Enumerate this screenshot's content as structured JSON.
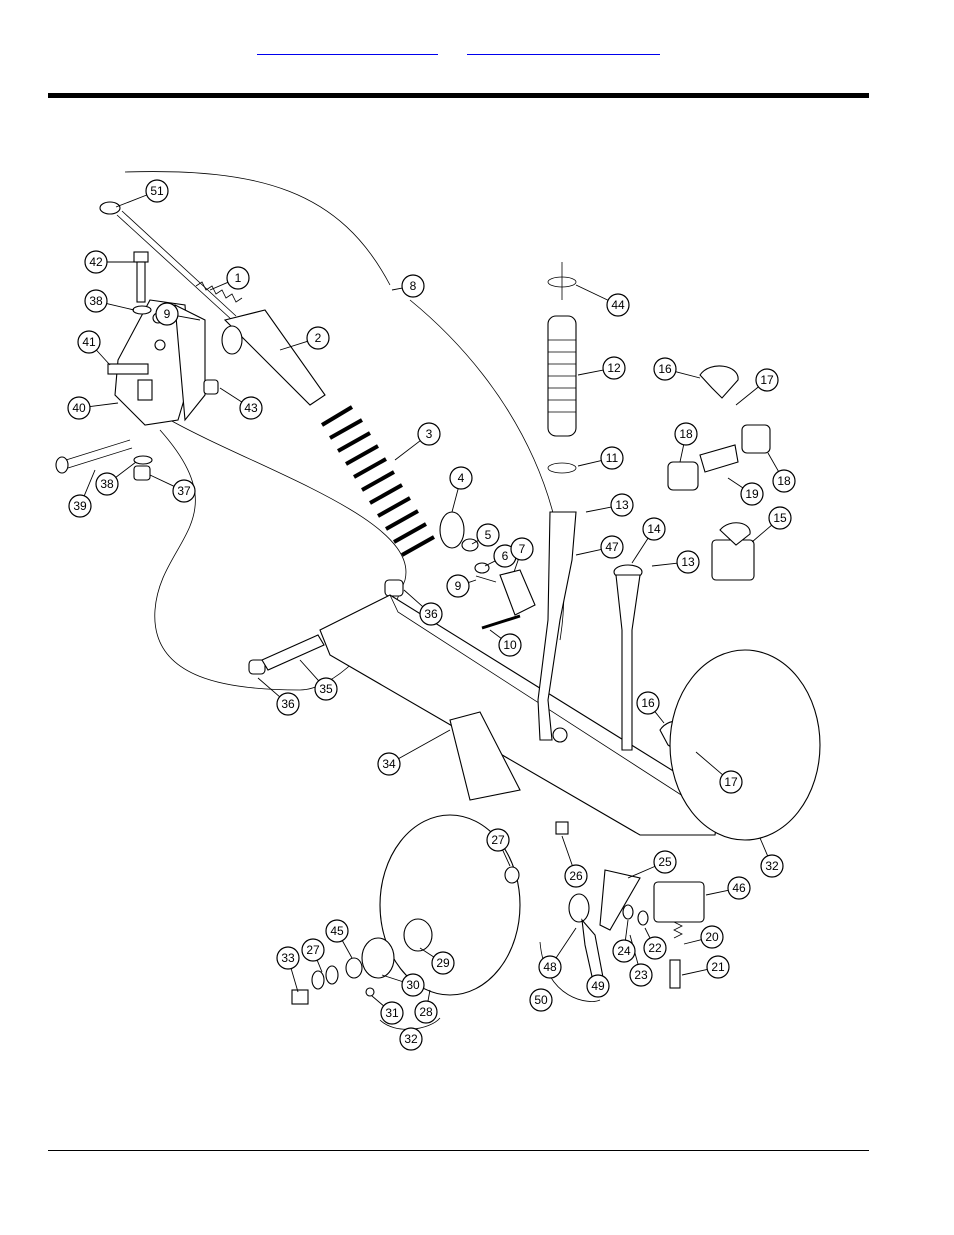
{
  "header": {
    "link_left": "",
    "link_right": ""
  },
  "diagram": {
    "callouts": [
      {
        "id": "c51",
        "label": "51"
      },
      {
        "id": "c42",
        "label": "42"
      },
      {
        "id": "c1",
        "label": "1"
      },
      {
        "id": "c9a",
        "label": "9"
      },
      {
        "id": "c38a",
        "label": "38"
      },
      {
        "id": "c8",
        "label": "8"
      },
      {
        "id": "c2",
        "label": "2"
      },
      {
        "id": "c41",
        "label": "41"
      },
      {
        "id": "c40",
        "label": "40"
      },
      {
        "id": "c43",
        "label": "43"
      },
      {
        "id": "c3",
        "label": "3"
      },
      {
        "id": "c39",
        "label": "39"
      },
      {
        "id": "c38b",
        "label": "38"
      },
      {
        "id": "c37",
        "label": "37"
      },
      {
        "id": "c4",
        "label": "4"
      },
      {
        "id": "c5",
        "label": "5"
      },
      {
        "id": "c6",
        "label": "6"
      },
      {
        "id": "c7",
        "label": "7"
      },
      {
        "id": "c9b",
        "label": "9"
      },
      {
        "id": "c10",
        "label": "10"
      },
      {
        "id": "c36a",
        "label": "36"
      },
      {
        "id": "c36b",
        "label": "36"
      },
      {
        "id": "c35",
        "label": "35"
      },
      {
        "id": "c44",
        "label": "44"
      },
      {
        "id": "c12",
        "label": "12"
      },
      {
        "id": "c11",
        "label": "11"
      },
      {
        "id": "c13a",
        "label": "13"
      },
      {
        "id": "c47",
        "label": "47"
      },
      {
        "id": "c14",
        "label": "14"
      },
      {
        "id": "c13b",
        "label": "13"
      },
      {
        "id": "c16a",
        "label": "16"
      },
      {
        "id": "c17a",
        "label": "17"
      },
      {
        "id": "c18a",
        "label": "18"
      },
      {
        "id": "c18b",
        "label": "18"
      },
      {
        "id": "c19",
        "label": "19"
      },
      {
        "id": "c15",
        "label": "15"
      },
      {
        "id": "c16b",
        "label": "16"
      },
      {
        "id": "c17b",
        "label": "17"
      },
      {
        "id": "c34",
        "label": "34"
      },
      {
        "id": "c32a",
        "label": "32"
      },
      {
        "id": "c27a",
        "label": "27"
      },
      {
        "id": "c26",
        "label": "26"
      },
      {
        "id": "c25",
        "label": "25"
      },
      {
        "id": "c46",
        "label": "46"
      },
      {
        "id": "c20",
        "label": "20"
      },
      {
        "id": "c21",
        "label": "21"
      },
      {
        "id": "c22",
        "label": "22"
      },
      {
        "id": "c23",
        "label": "23"
      },
      {
        "id": "c24",
        "label": "24"
      },
      {
        "id": "c48",
        "label": "48"
      },
      {
        "id": "c49",
        "label": "49"
      },
      {
        "id": "c50",
        "label": "50"
      },
      {
        "id": "c33",
        "label": "33"
      },
      {
        "id": "c27b",
        "label": "27"
      },
      {
        "id": "c45",
        "label": "45"
      },
      {
        "id": "c29",
        "label": "29"
      },
      {
        "id": "c30",
        "label": "30"
      },
      {
        "id": "c31",
        "label": "31"
      },
      {
        "id": "c28",
        "label": "28"
      },
      {
        "id": "c32b",
        "label": "32"
      }
    ]
  }
}
